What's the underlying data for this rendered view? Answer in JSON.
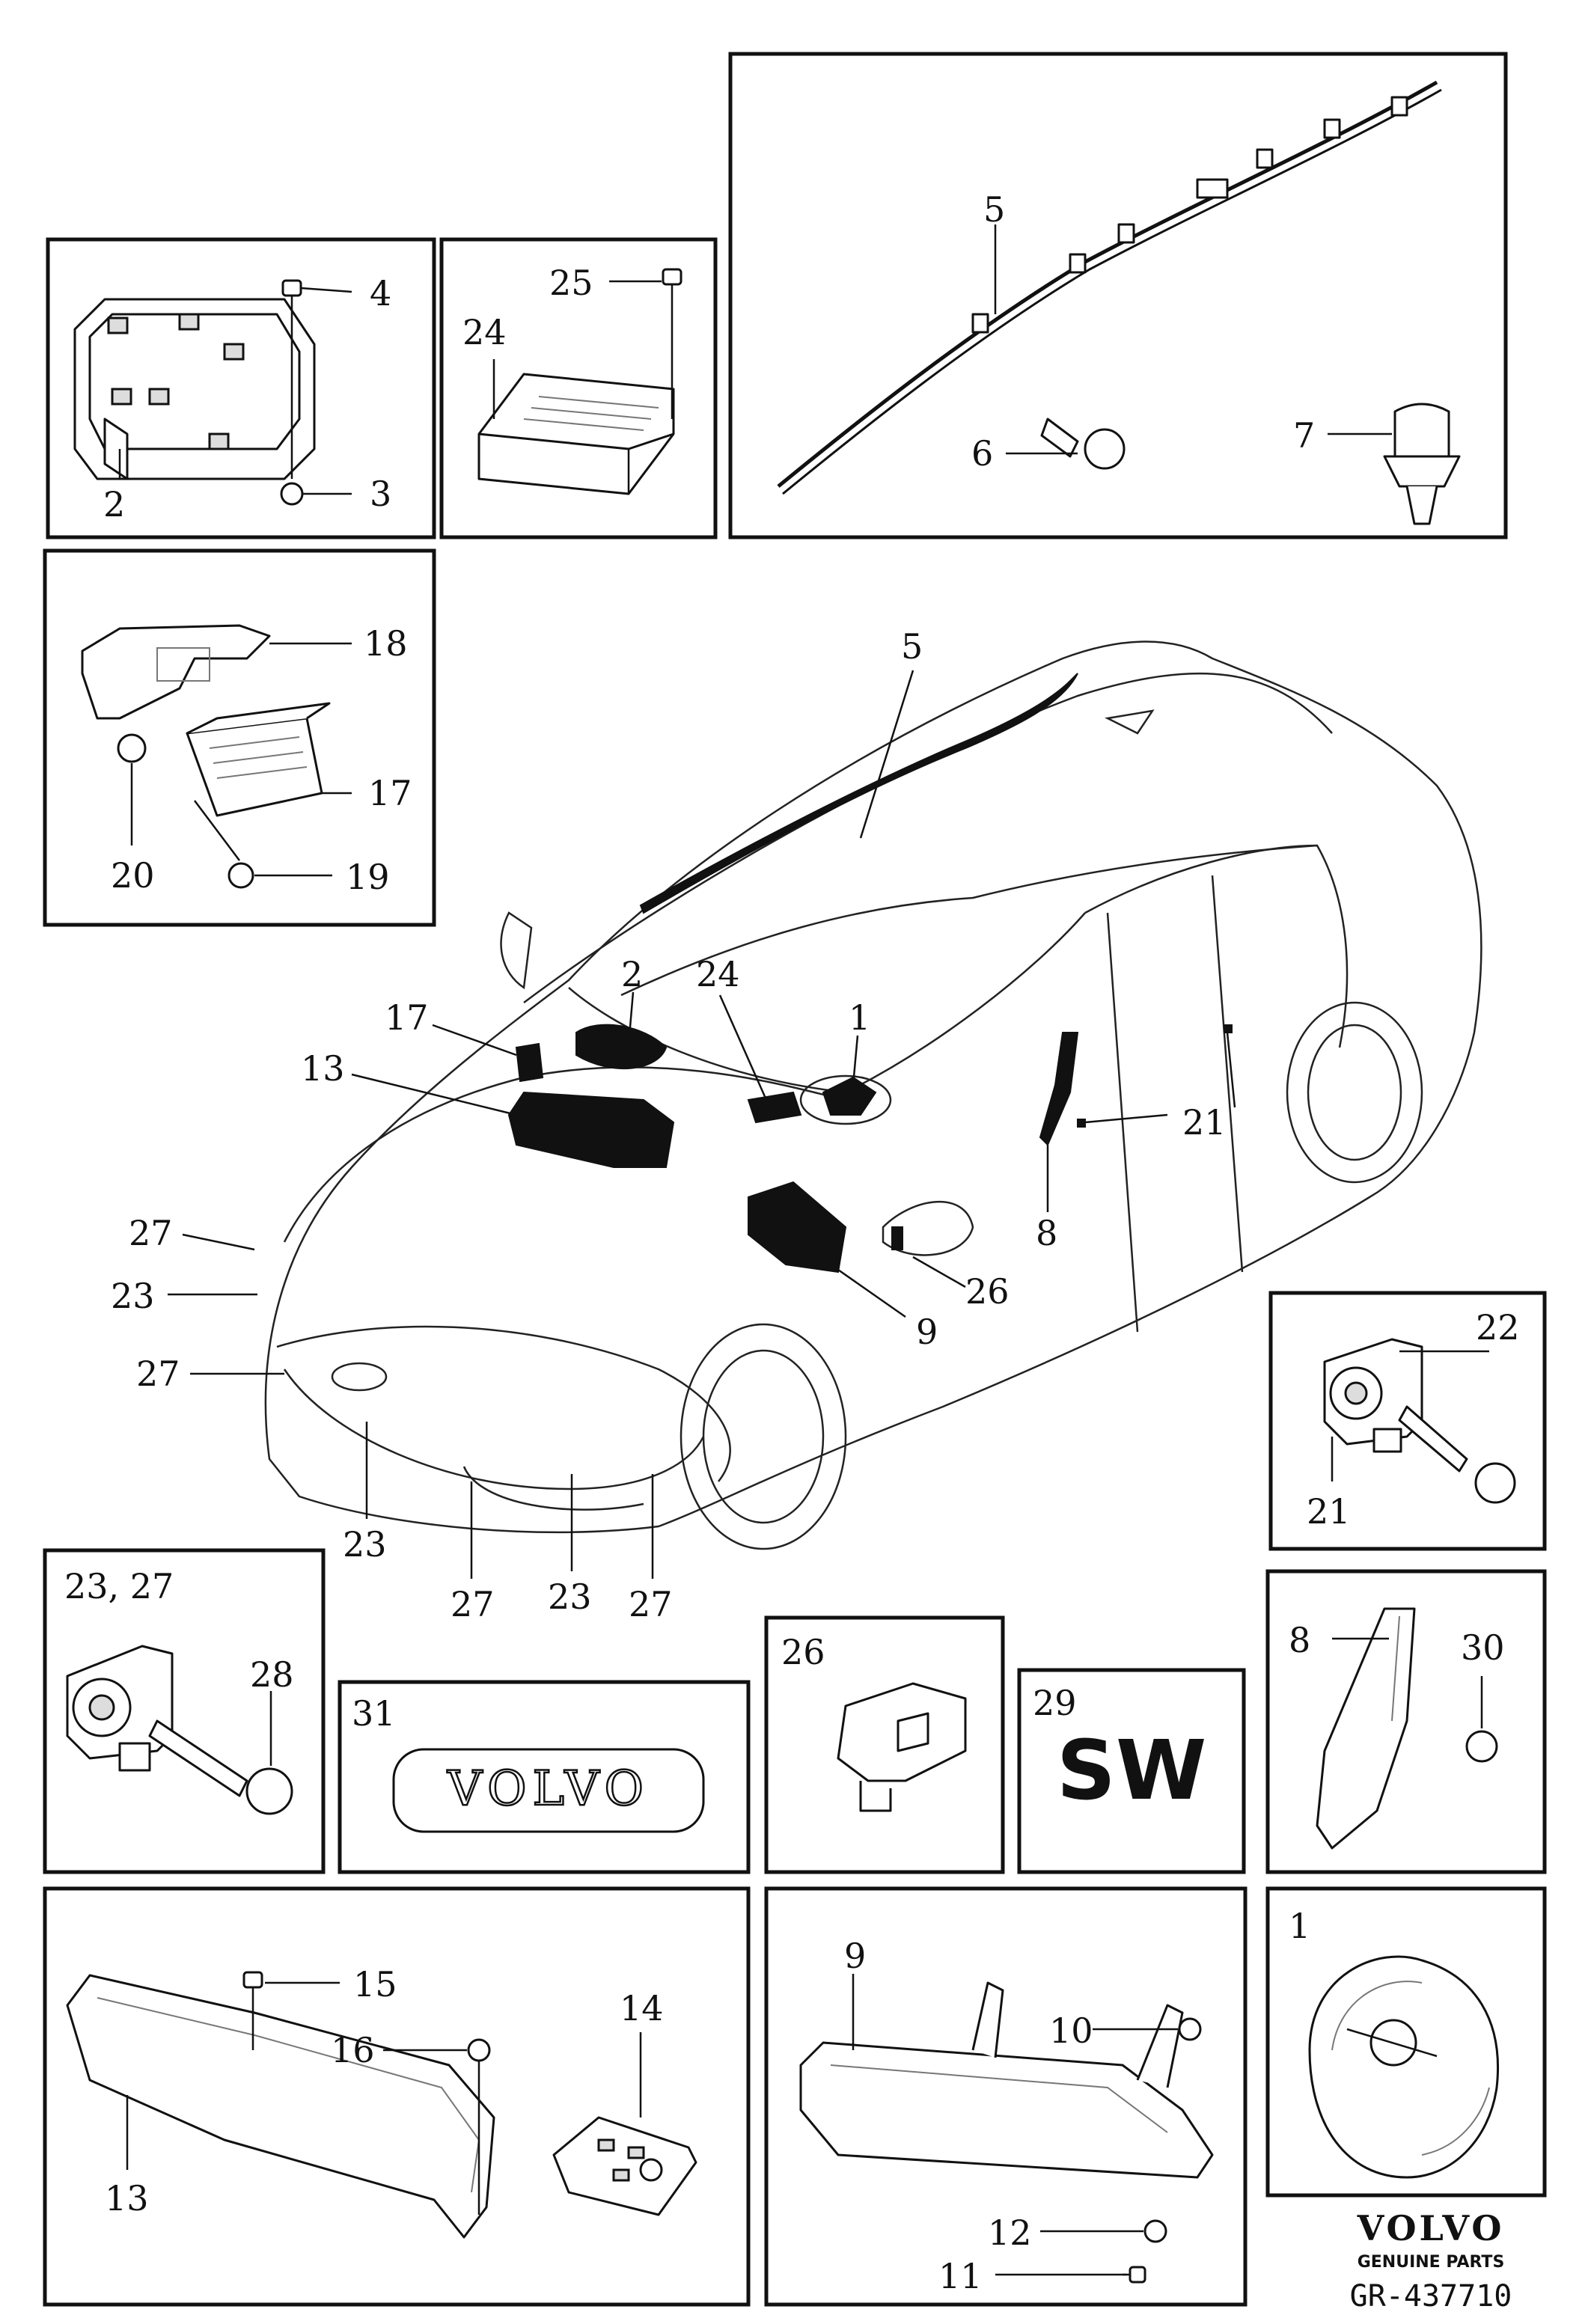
{
  "callouts": {
    "main_5": "5",
    "main_2": "2",
    "main_24": "24",
    "main_1": "1",
    "main_17": "17",
    "main_13": "13",
    "main_21": "21",
    "main_8": "8",
    "main_27a": "27",
    "main_23a": "23",
    "main_27b": "27",
    "main_26": "26",
    "main_9": "9",
    "main_23b": "23",
    "main_27c": "27",
    "main_23c": "23",
    "main_27d": "27"
  },
  "panels": {
    "passenger_airbag": {
      "labels": [
        "4",
        "2",
        "3"
      ]
    },
    "control_module": {
      "labels": [
        "25",
        "24"
      ]
    },
    "curtain_airbag": {
      "labels": [
        "5",
        "6",
        "7"
      ]
    },
    "module_bracket": {
      "labels": [
        "18",
        "17",
        "20",
        "19"
      ]
    },
    "side_sensor": {
      "labels": [
        "22",
        "21"
      ]
    },
    "front_sensor": {
      "title": "23, 27",
      "labels": [
        "28"
      ]
    },
    "emblem": {
      "number": "31",
      "text": "VOLVO"
    },
    "sensor_26": {
      "number": "26"
    },
    "sw_badge": {
      "number": "29",
      "text": "SW"
    },
    "side_airbag": {
      "labels": [
        "8",
        "30"
      ]
    },
    "pedestrian_airbag": {
      "labels": [
        "15",
        "16",
        "14",
        "13"
      ]
    },
    "knee_airbag": {
      "labels": [
        "9",
        "10",
        "12",
        "11"
      ]
    },
    "steering_airbag": {
      "number": "1"
    }
  },
  "footer": {
    "brand": "VOLVO",
    "tagline": "GENUINE PARTS",
    "code": "GR-437710"
  },
  "icons": [
    "bolt-icon",
    "nut-icon",
    "clip-icon",
    "sensor-icon",
    "airbag-icon",
    "car-icon",
    "volvo-logo-icon"
  ]
}
